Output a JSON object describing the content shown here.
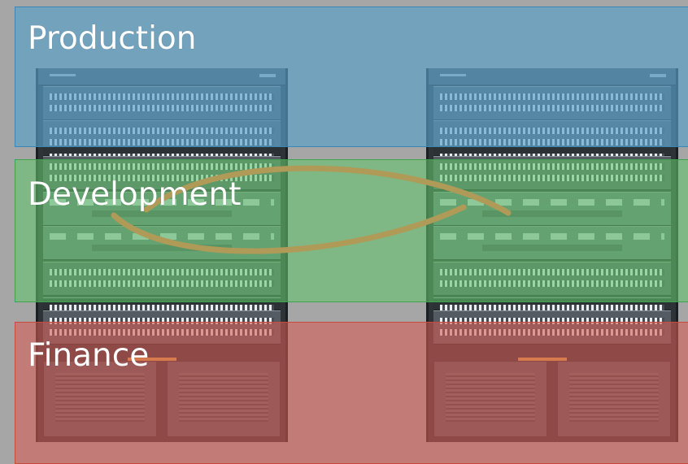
{
  "zones": {
    "production": {
      "label": "Production",
      "color": "#58a0c8"
    },
    "development": {
      "label": "Development",
      "color": "#62c46c"
    },
    "finance": {
      "label": "Finance",
      "color": "#d65c52"
    }
  },
  "devices": {
    "switch_left": {
      "icon": "network-switch-chassis-icon"
    },
    "switch_right": {
      "icon": "network-switch-chassis-icon"
    }
  },
  "link": {
    "color": "#b09a58"
  }
}
